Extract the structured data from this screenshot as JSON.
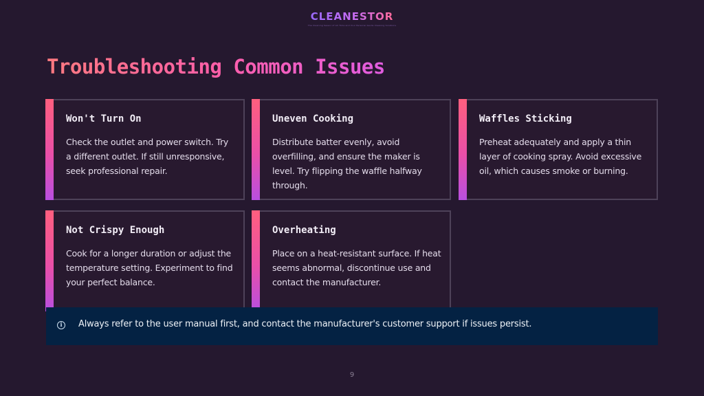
{
  "brand": {
    "logo": "CLEANESTOR",
    "tagline": "The Cleaning Sessor of All Time and Your Personal Guide Cleaning Solutions"
  },
  "slide": {
    "title": "Troubleshooting Common Issues",
    "page_number": "9"
  },
  "cards": [
    {
      "title": "Won't Turn On",
      "body": "Check the outlet and power switch. Try a different outlet. If still unresponsive, seek professional repair."
    },
    {
      "title": "Uneven Cooking",
      "body": "Distribute batter evenly, avoid overfilling, and ensure the maker is level. Try flipping the waffle halfway through."
    },
    {
      "title": "Waffles Sticking",
      "body": "Preheat adequately and apply a thin layer of cooking spray. Avoid excessive oil, which causes smoke or burning."
    },
    {
      "title": "Not Crispy Enough",
      "body": "Cook for a longer duration or adjust the temperature setting. Experiment to find your perfect balance."
    },
    {
      "title": "Overheating",
      "body": "Place on a heat-resistant surface. If heat seems abnormal, discontinue use and contact the manufacturer."
    }
  ],
  "note": {
    "icon": "info-icon",
    "text": "Always refer to the user manual first, and contact the manufacturer's customer support if issues persist."
  },
  "colors": {
    "background": "#25182f",
    "accent_pink": "#ff5fa8",
    "accent_purple": "#b84fe0",
    "note_background": "#042243"
  }
}
